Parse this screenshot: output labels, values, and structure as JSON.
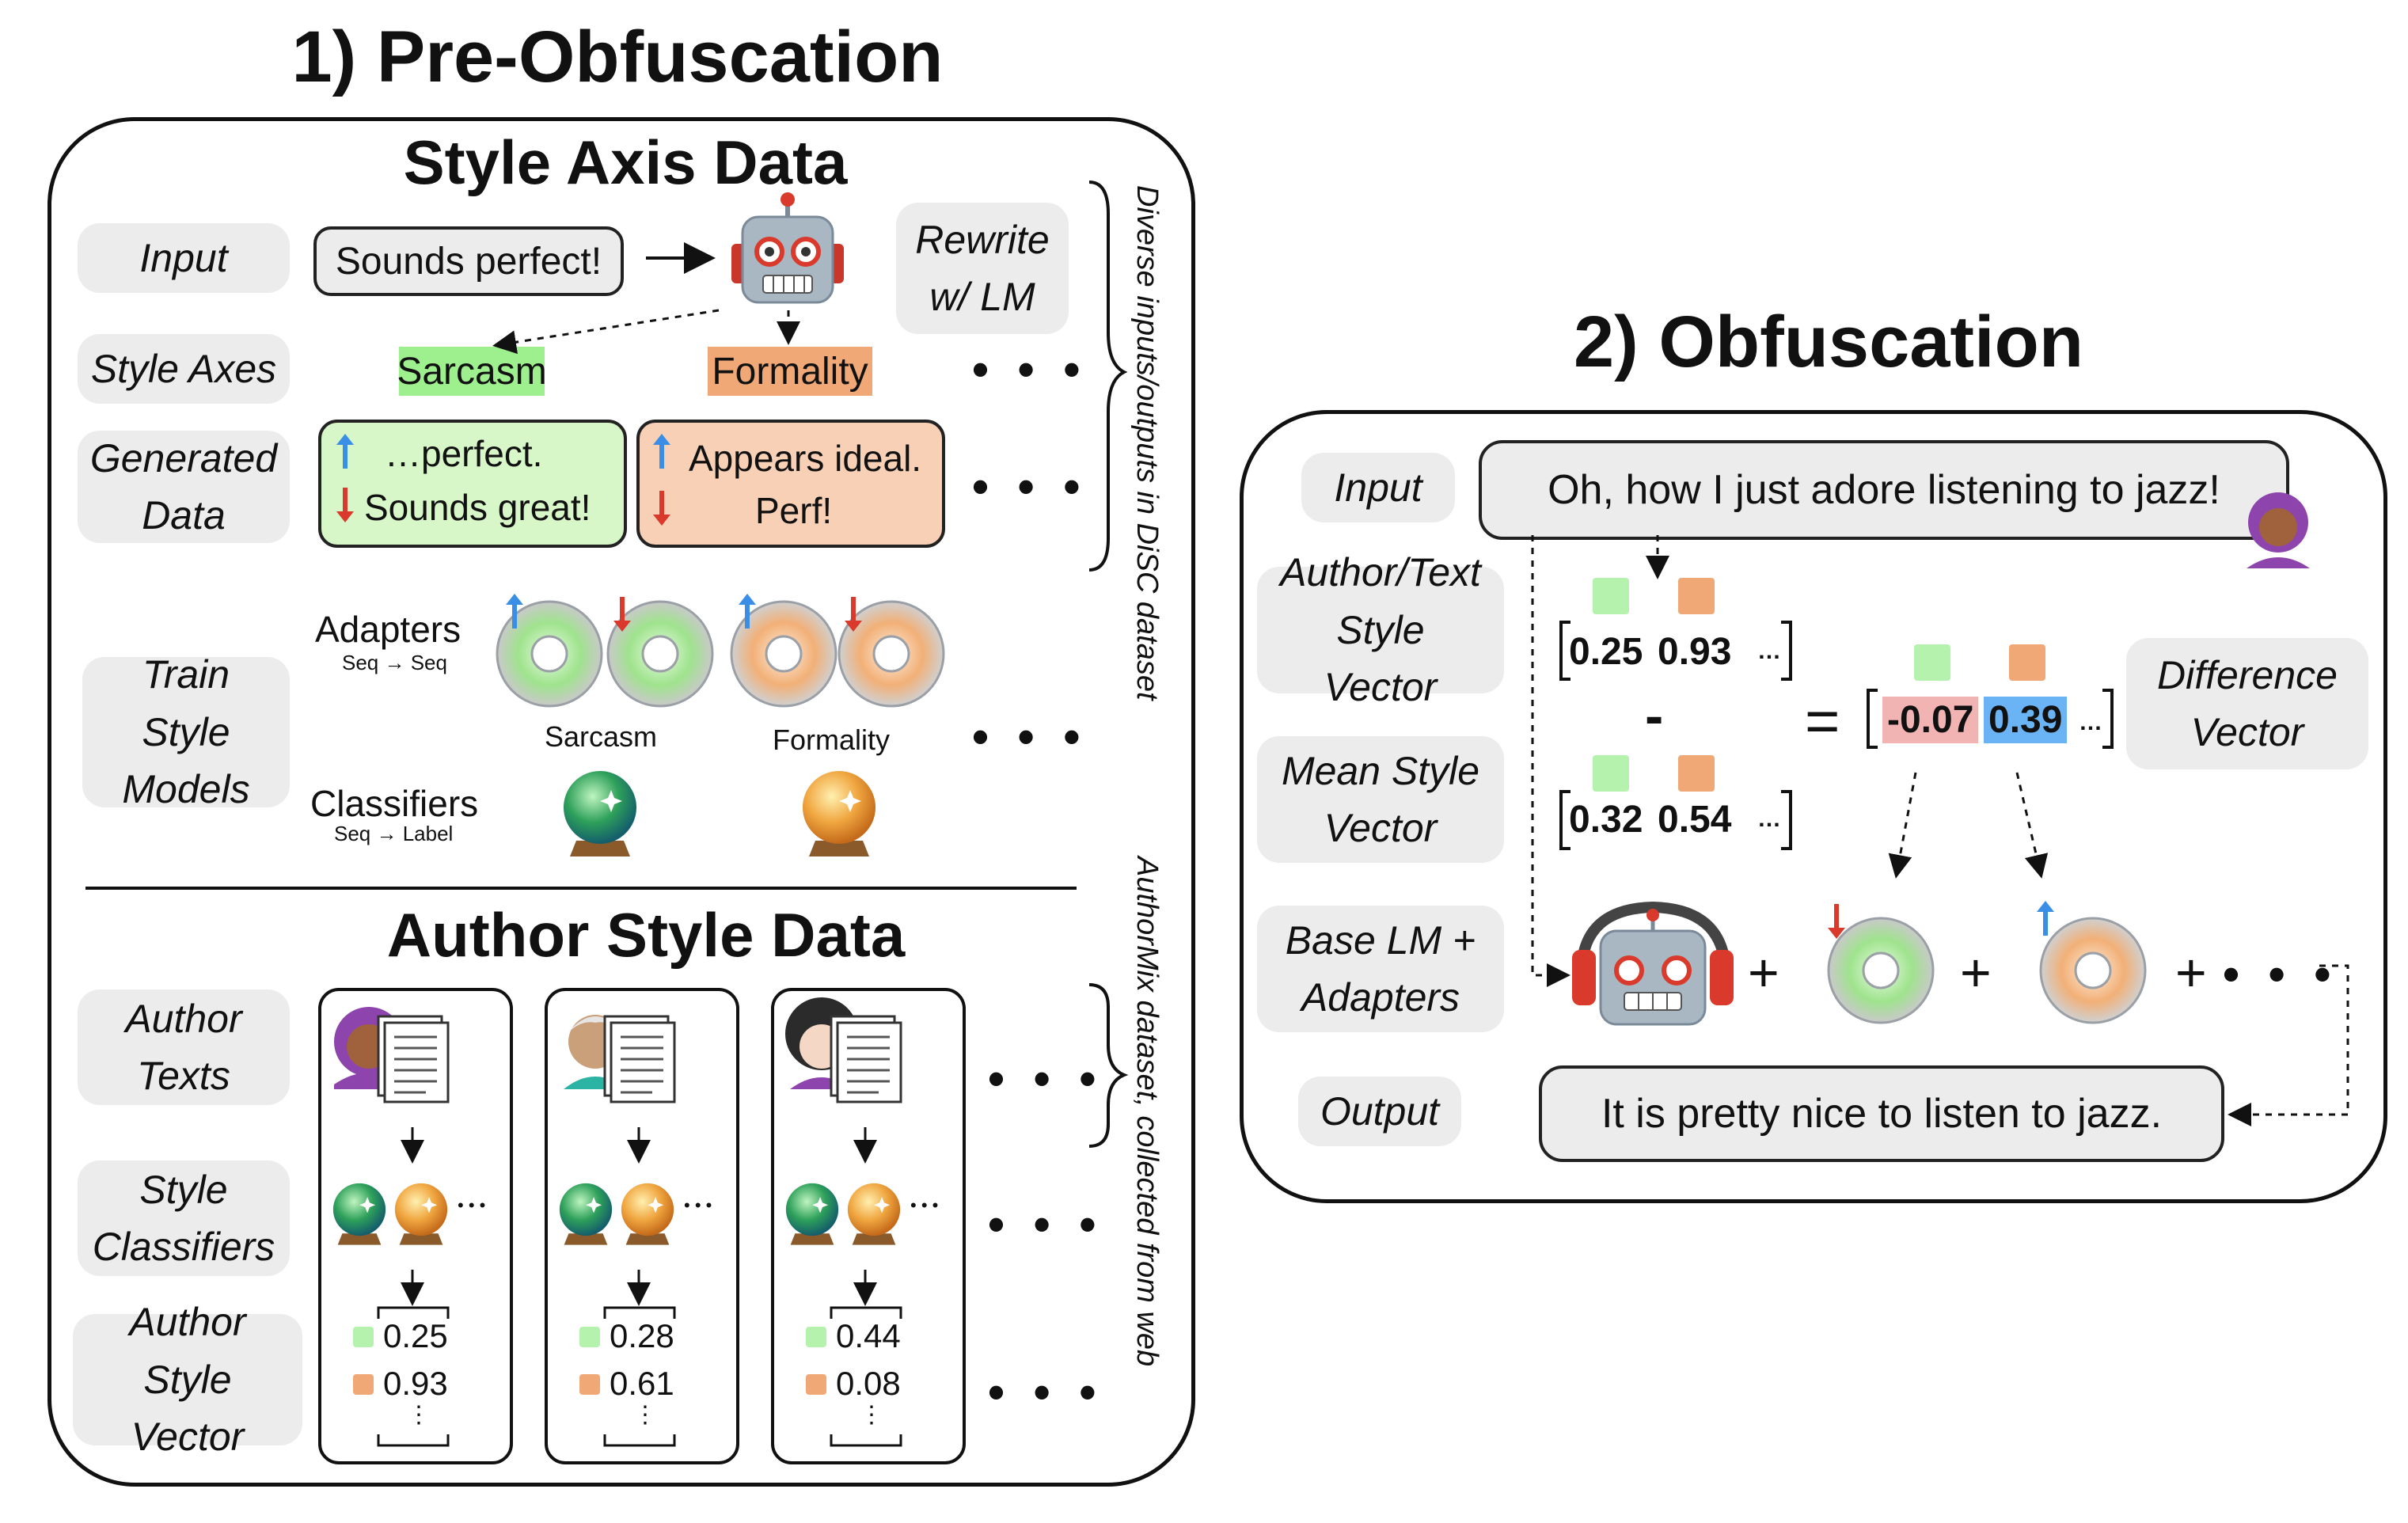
{
  "titles": {
    "pre": "1) Pre-Obfuscation",
    "obf": "2) Obfuscation",
    "style_axis": "Style Axis Data",
    "author_style": "Author Style Data"
  },
  "pre": {
    "labels": {
      "input": "Input",
      "style_axes": "Style Axes",
      "generated": "Generated Data",
      "train": "Train Style Models",
      "author_texts": "Author Texts",
      "style_classifiers": "Style Classifiers",
      "author_vector": "Author Style Vector"
    },
    "input_text": "Sounds perfect!",
    "rewrite": "Rewrite w/ LM",
    "axes": [
      "Sarcasm",
      "Formality"
    ],
    "ellipsis": "• • •",
    "gen_sarcasm": [
      "…perfect.",
      "Sounds great!"
    ],
    "gen_formality": [
      "Appears ideal.",
      "Perf!"
    ],
    "adapters": "Adapters",
    "adapters_sub": "Seq → Seq",
    "classifiers": "Classifiers",
    "classifiers_sub": "Seq → Label",
    "model_labels": [
      "Sarcasm",
      "Formality"
    ],
    "authors": [
      {
        "v1": "0.25",
        "v2": "0.93"
      },
      {
        "v1": "0.28",
        "v2": "0.61"
      },
      {
        "v1": "0.44",
        "v2": "0.08"
      }
    ],
    "side_top": "Diverse inputs/outputs in DiSC dataset",
    "side_bottom": "AuthorMix dataset, collected from web",
    "vdots": "⋮"
  },
  "obf": {
    "labels": {
      "input": "Input",
      "author_vec": "Author/Text Style Vector",
      "mean_vec": "Mean Style Vector",
      "base": "Base LM + Adapters",
      "output": "Output",
      "diff": "Difference Vector"
    },
    "input_text": "Oh, how I just adore listening to jazz!",
    "output_text": "It is pretty nice to listen to jazz.",
    "author_vector": [
      "0.25",
      "0.93"
    ],
    "mean_vector": [
      "0.32",
      "0.54"
    ],
    "diff_vector": [
      "-0.07",
      "0.39"
    ],
    "minus": "-",
    "equals": "=",
    "plus": "+",
    "trail": "…"
  },
  "colors": {
    "sarcasm": "#9ef08f",
    "formality": "#f0a877",
    "sq_green": "#b5f2ad",
    "sq_orange": "#f0a877",
    "gen_green": "#d8f7c8",
    "gen_orange": "#f8d0b6",
    "neg": "#f2b3b3",
    "pos": "#6ab4f5",
    "up": "#3a8ee6",
    "down": "#d93a2b"
  },
  "icons": [
    "robot-icon",
    "disc-icon",
    "crystal-ball-icon",
    "person-icon",
    "document-icon",
    "headphones-robot-icon"
  ]
}
